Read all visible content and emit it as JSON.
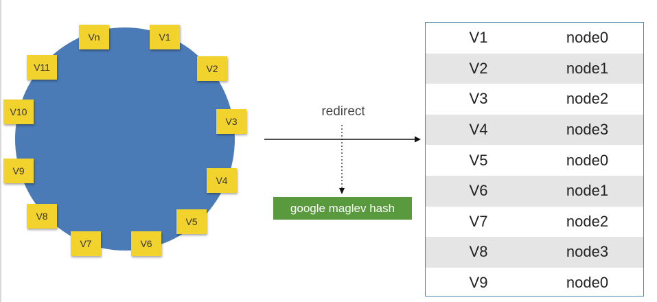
{
  "ring": {
    "labels": [
      "Vn",
      "V1",
      "V2",
      "V3",
      "V4",
      "V5",
      "V6",
      "V7",
      "V8",
      "V9",
      "V10",
      "V11"
    ]
  },
  "redirect_label": "redirect",
  "maglev_label": "google maglev hash",
  "table": {
    "rows": [
      {
        "vnode": "V1",
        "node": "node0"
      },
      {
        "vnode": "V2",
        "node": "node1"
      },
      {
        "vnode": "V3",
        "node": "node2"
      },
      {
        "vnode": "V4",
        "node": "node3"
      },
      {
        "vnode": "V5",
        "node": "node0"
      },
      {
        "vnode": "V6",
        "node": "node1"
      },
      {
        "vnode": "V7",
        "node": "node2"
      },
      {
        "vnode": "V8",
        "node": "node3"
      },
      {
        "vnode": "V9",
        "node": "node0"
      }
    ]
  },
  "colors": {
    "ring": "#4a7bb7",
    "sticky_note": "#f2d22d",
    "maglev_box": "#5a9a3f",
    "table_border": "#4a86b0",
    "table_stripe": "#e5e5e5"
  }
}
